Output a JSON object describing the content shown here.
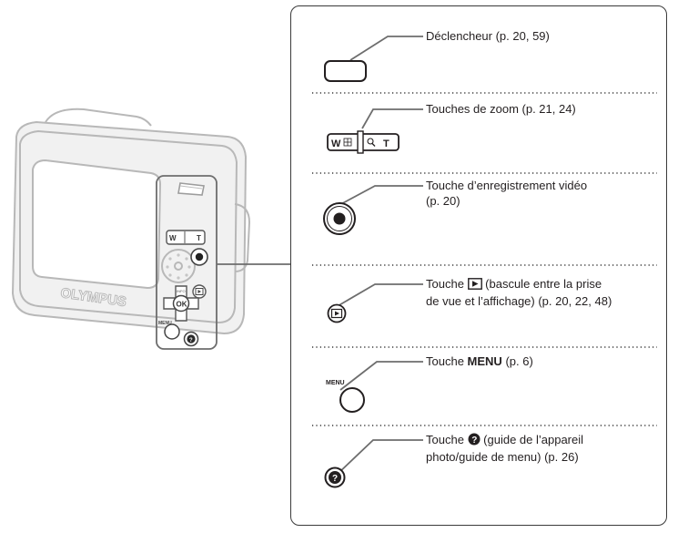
{
  "camera": {
    "brand": "OLYMPUS",
    "zoom_w": "W",
    "zoom_t": "T",
    "ok": "OK",
    "menu": "MENU",
    "info": "INFO"
  },
  "items": [
    {
      "text": "Déclencheur (p. 20, 59)"
    },
    {
      "text": "Touches de zoom (p. 21, 24)",
      "zoom_w": "W",
      "zoom_t": "T"
    },
    {
      "line1": "Touche d’enregistrement vidéo",
      "line2": "(p. 20)"
    },
    {
      "line1_pre": "Touche ",
      "line1_post": " (bascule entre la prise",
      "line2": "de vue et l’affichage) (p. 20, 22, 48)"
    },
    {
      "pre": "Touche ",
      "bold": "MENU",
      "post": " (p. 6)",
      "icon_label": "MENU"
    },
    {
      "line1_pre": "Touche ",
      "line1_post": " (guide de l’appareil",
      "line2": "photo/guide de menu) (p. 26)"
    }
  ],
  "colors": {
    "ink": "#231f20",
    "camera_gray": "#b9b9b9",
    "highlight": "#6d6d6d"
  }
}
